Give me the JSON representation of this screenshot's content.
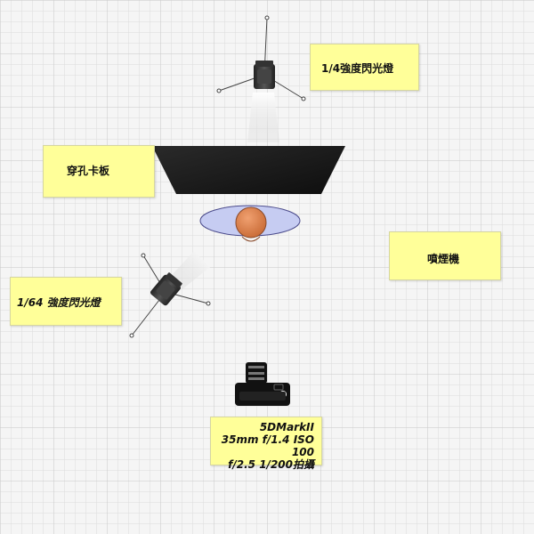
{
  "labels": {
    "flash_top": "1/4強度閃光燈",
    "flag": "穿孔卡板",
    "smoke": "噴煙機",
    "flash_left": "1/64 強度閃光燈",
    "camera_line1": "5DMarkII",
    "camera_line2": "35mm f/1.4 ISO 100",
    "camera_line3": "f/2.5 1/200拍攝"
  },
  "colors": {
    "grid_minor": "#dcdcdc",
    "grid_major": "#c4c4c4",
    "note_fill": "#ffff99",
    "flag_fill": "#1a1a1a",
    "subject_head": "#d9804a",
    "subject_ellipse": "#c6ccf2"
  },
  "icons": [
    "flash-head-icon",
    "light-stand-icon",
    "camera-icon",
    "subject-icon",
    "black-flag-icon"
  ]
}
